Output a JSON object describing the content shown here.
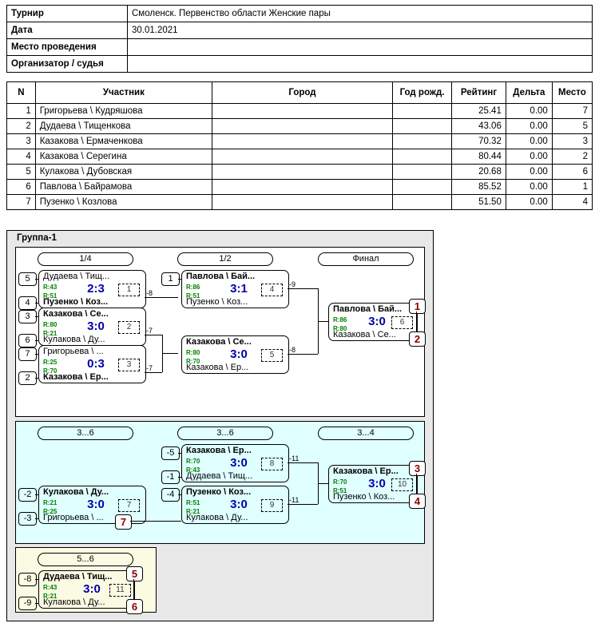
{
  "info": {
    "rows": [
      {
        "label": "Турнир",
        "value": "Смоленск. Первенство области Женские пары"
      },
      {
        "label": "Дата",
        "value": "30.01.2021"
      },
      {
        "label": "Место проведения",
        "value": ""
      },
      {
        "label": "Организатор / судья",
        "value": ""
      }
    ]
  },
  "participants": {
    "headers": [
      "N",
      "Участник",
      "Город",
      "Год рожд.",
      "Рейтинг",
      "Дельта",
      "Место"
    ],
    "rows": [
      {
        "n": "1",
        "name": "Григорьева \\ Кудряшова",
        "city": "",
        "year": "",
        "rating": "25.41",
        "delta": "0.00",
        "place": "7"
      },
      {
        "n": "2",
        "name": "Дудаева \\ Тищенкова",
        "city": "",
        "year": "",
        "rating": "43.06",
        "delta": "0.00",
        "place": "5"
      },
      {
        "n": "3",
        "name": "Казакова \\ Ермаченкова",
        "city": "",
        "year": "",
        "rating": "70.32",
        "delta": "0.00",
        "place": "3"
      },
      {
        "n": "4",
        "name": "Казакова \\ Серегина",
        "city": "",
        "year": "",
        "rating": "80.44",
        "delta": "0.00",
        "place": "2"
      },
      {
        "n": "5",
        "name": "Кулакова \\ Дубовская",
        "city": "",
        "year": "",
        "rating": "20.68",
        "delta": "0.00",
        "place": "6"
      },
      {
        "n": "6",
        "name": "Павлова \\ Байрамова",
        "city": "",
        "year": "",
        "rating": "85.52",
        "delta": "0.00",
        "place": "1"
      },
      {
        "n": "7",
        "name": "Пузенко \\ Козлова",
        "city": "",
        "year": "",
        "rating": "51.50",
        "delta": "0.00",
        "place": "4"
      }
    ]
  },
  "bracket": {
    "group_title": "Группа-1",
    "rounds": {
      "main_r1": "1/4",
      "main_r2": "1/2",
      "main_final": "Финал",
      "cons_r1": "3...6",
      "cons_r2": "3...6",
      "cons_r3": "3...4",
      "low_r1": "5...6"
    },
    "seeds": {
      "s1": "5",
      "s2": "4",
      "s3": "3",
      "s4": "6",
      "s5": "7",
      "s6": "2",
      "s7": "1",
      "c1": "-5",
      "c2": "-1",
      "c3": "-2",
      "c4": "-3",
      "c5": "-4",
      "l1": "-8",
      "l2": "-9"
    },
    "matches": [
      {
        "id": "m1",
        "top": "Дудаева \\ Тищ...",
        "bot": "Пузенко \\ Коз...",
        "rtop": "R:43",
        "rbot": "R:51",
        "score": "2:3",
        "num": "1",
        "win": "bot"
      },
      {
        "id": "m2",
        "top": "Казакова \\ Се...",
        "bot": "Кулакова \\ Ду...",
        "rtop": "R:80",
        "rbot": "R:21",
        "score": "3:0",
        "num": "2",
        "win": "top"
      },
      {
        "id": "m3",
        "top": "Григорьева \\ ...",
        "bot": "Казакова \\ Ер...",
        "rtop": "R:25",
        "rbot": "R:70",
        "score": "0:3",
        "num": "3",
        "win": "bot"
      },
      {
        "id": "m4",
        "top": "Павлова \\ Бай...",
        "bot": "Пузенко \\ Коз...",
        "rtop": "R:86",
        "rbot": "R:51",
        "score": "3:1",
        "num": "4",
        "win": "top"
      },
      {
        "id": "m5",
        "top": "Казакова \\ Се...",
        "bot": "Казакова \\ Ер...",
        "rtop": "R:80",
        "rbot": "R:70",
        "score": "3:0",
        "num": "5",
        "win": "top"
      },
      {
        "id": "m6",
        "top": "Павлова \\ Бай...",
        "bot": "Казакова \\ Се...",
        "rtop": "R:86",
        "rbot": "R:80",
        "score": "3:0",
        "num": "6",
        "win": "top",
        "place_top": "1",
        "place_bot": "2"
      },
      {
        "id": "m7",
        "top": "Кулакова \\ Ду...",
        "bot": "Григорьева \\ ...",
        "rtop": "R:21",
        "rbot": "R:25",
        "score": "3:0",
        "num": "7",
        "win": "top",
        "place_bot": "7"
      },
      {
        "id": "m8",
        "top": "Казакова \\ Ер...",
        "bot": "Дудаева \\ Тищ...",
        "rtop": "R:70",
        "rbot": "R:43",
        "score": "3:0",
        "num": "8",
        "win": "top"
      },
      {
        "id": "m9",
        "top": "Пузенко \\ Коз...",
        "bot": "Кулакова \\ Ду...",
        "rtop": "R:51",
        "rbot": "R:21",
        "score": "3:0",
        "num": "9",
        "win": "top"
      },
      {
        "id": "m10",
        "top": "Казакова \\ Ер...",
        "bot": "Пузенко \\ Коз...",
        "rtop": "R:70",
        "rbot": "R:51",
        "score": "3:0",
        "num": "10",
        "win": "top",
        "place_top": "3",
        "place_bot": "4"
      },
      {
        "id": "m11",
        "top": "Дудаева \\ Тищ...",
        "bot": "Кулакова \\ Ду...",
        "rtop": "R:43",
        "rbot": "R:21",
        "score": "3:0",
        "num": "11",
        "win": "top",
        "place_top": "5",
        "place_bot": "6"
      }
    ],
    "link_tags": {
      "t1": "-8",
      "t2": "-7",
      "t3": "-7",
      "t4": "-9",
      "t5": "-8",
      "t6": "-11",
      "t7": "-11"
    }
  },
  "colors": {
    "main_panel": "#ffffff",
    "consolation_panel": "#e0ffff",
    "lower_panel": "#fbfbe4",
    "group_bg": "#e8e8e8",
    "score": "#0000aa",
    "rating": "#008000",
    "place": "#8b0000"
  }
}
